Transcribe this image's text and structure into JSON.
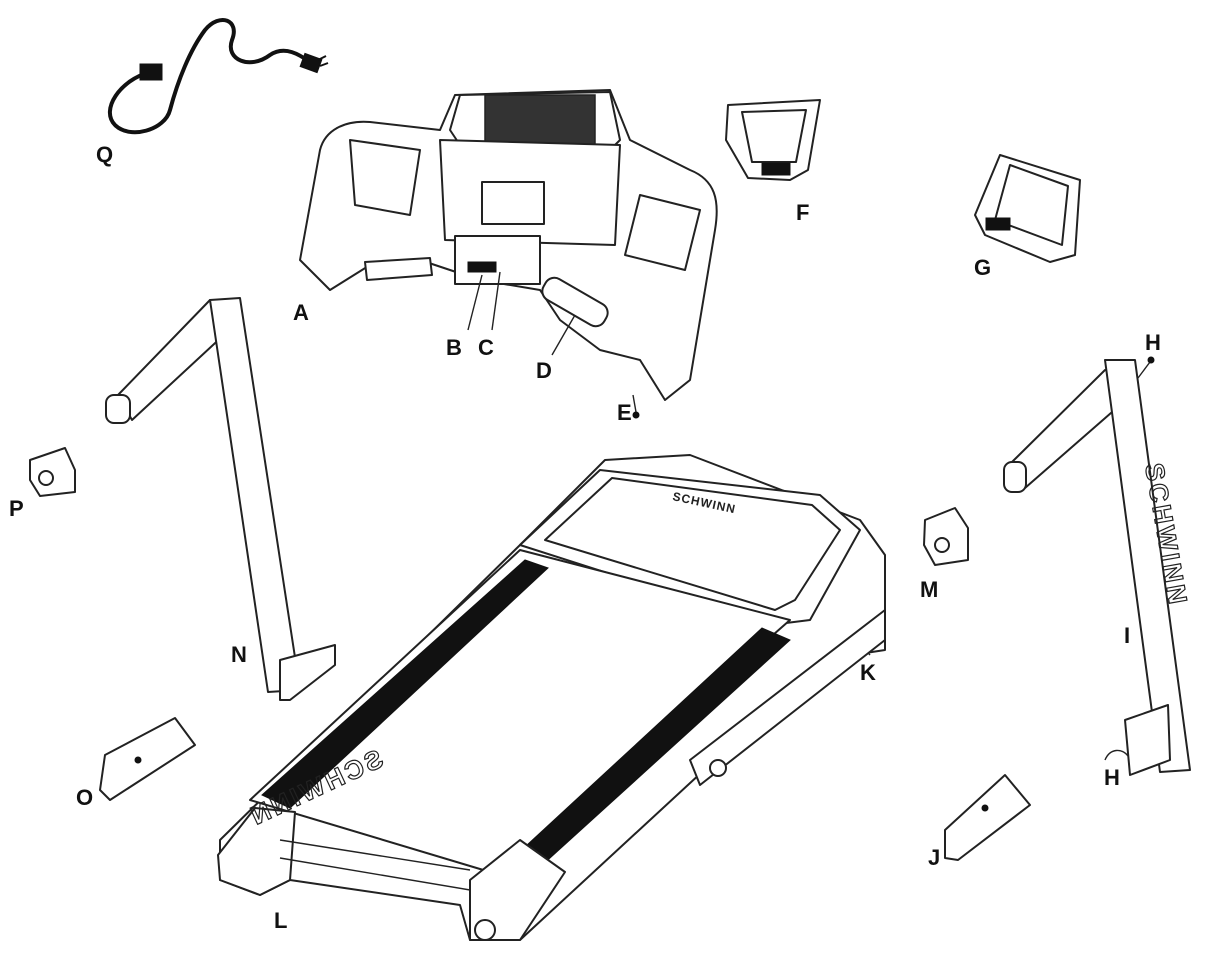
{
  "diagram": {
    "part_labels": {
      "A": "A",
      "B": "B",
      "C": "C",
      "D": "D",
      "E": "E",
      "F": "F",
      "G": "G",
      "H_top": "H",
      "H_bottom": "H",
      "I": "I",
      "J": "J",
      "K": "K",
      "L": "L",
      "M": "M",
      "N": "N",
      "O": "O",
      "P": "P",
      "Q": "Q"
    },
    "brand": {
      "upright_text": "SCHWINN",
      "deck_text": "SCHWINN",
      "frame_text": "SCHWINN"
    },
    "colors": {
      "line": "#222222",
      "fill": "#ffffff",
      "belt_rail": "#111111"
    }
  }
}
